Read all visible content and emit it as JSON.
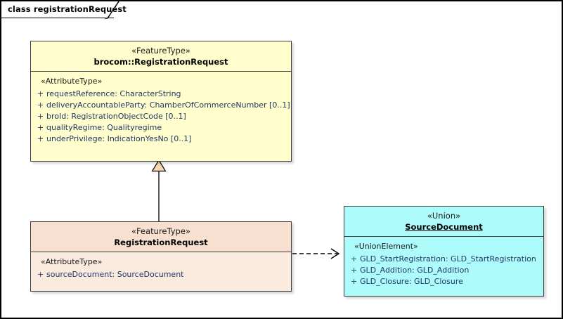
{
  "diagram": {
    "frame_label": "class registrationRequest",
    "kind": "uml-class-diagram"
  },
  "classes": [
    {
      "id": "brocom-registration-request",
      "stereotype": "«FeatureType»",
      "name": "brocom::RegistrationRequest",
      "name_underlined": false,
      "fill": "#FFFECC",
      "compartment_stereotype": "«AttributeType»",
      "attributes": [
        {
          "visibility": "+",
          "text": "requestReference: CharacterString"
        },
        {
          "visibility": "+",
          "text": "deliveryAccountableParty: ChamberOfCommerceNumber [0..1]"
        },
        {
          "visibility": "+",
          "text": "broId: RegistrationObjectCode [0..1]"
        },
        {
          "visibility": "+",
          "text": "qualityRegime: Qualityregime"
        },
        {
          "visibility": "+",
          "text": "underPrivilege: IndicationYesNo [0..1]"
        }
      ]
    },
    {
      "id": "registration-request",
      "stereotype": "«FeatureType»",
      "name": "RegistrationRequest",
      "name_underlined": false,
      "fill": "#FBEADE",
      "compartment_stereotype": "«AttributeType»",
      "attributes": [
        {
          "visibility": "+",
          "text": "sourceDocument: SourceDocument"
        }
      ]
    },
    {
      "id": "source-document",
      "stereotype": "«Union»",
      "name": "SourceDocument",
      "name_underlined": true,
      "fill": "#AEFBFB",
      "compartment_stereotype": "«UnionElement»",
      "attributes": [
        {
          "visibility": "+",
          "text": "GLD_StartRegistration: GLD_StartRegistration"
        },
        {
          "visibility": "+",
          "text": "GLD_Addition: GLD_Addition"
        },
        {
          "visibility": "+",
          "text": "GLD_Closure: GLD_Closure"
        }
      ]
    }
  ],
  "connectors": [
    {
      "id": "generalization",
      "type": "generalization",
      "from": "RegistrationRequest",
      "to": "brocom::RegistrationRequest",
      "style": "solid-line-hollow-triangle"
    },
    {
      "id": "dependency",
      "type": "dependency",
      "from": "RegistrationRequest",
      "to": "SourceDocument",
      "style": "dashed-line-open-arrow"
    }
  ],
  "colors": {
    "border": "#3D3D3D",
    "attribute_text": "#1F3864",
    "triangle_fill": "#F6D8AE",
    "frame_border": "#000000"
  }
}
